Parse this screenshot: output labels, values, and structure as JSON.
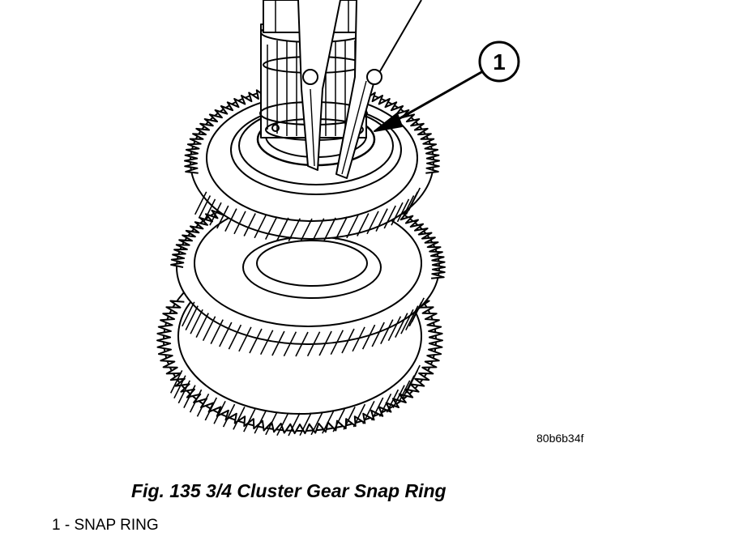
{
  "figure": {
    "callout_number": "1",
    "ref_code": "80b6b34f",
    "caption": "Fig. 135 3/4 Cluster Gear Snap Ring",
    "legend_item": "1 - SNAP RING"
  }
}
